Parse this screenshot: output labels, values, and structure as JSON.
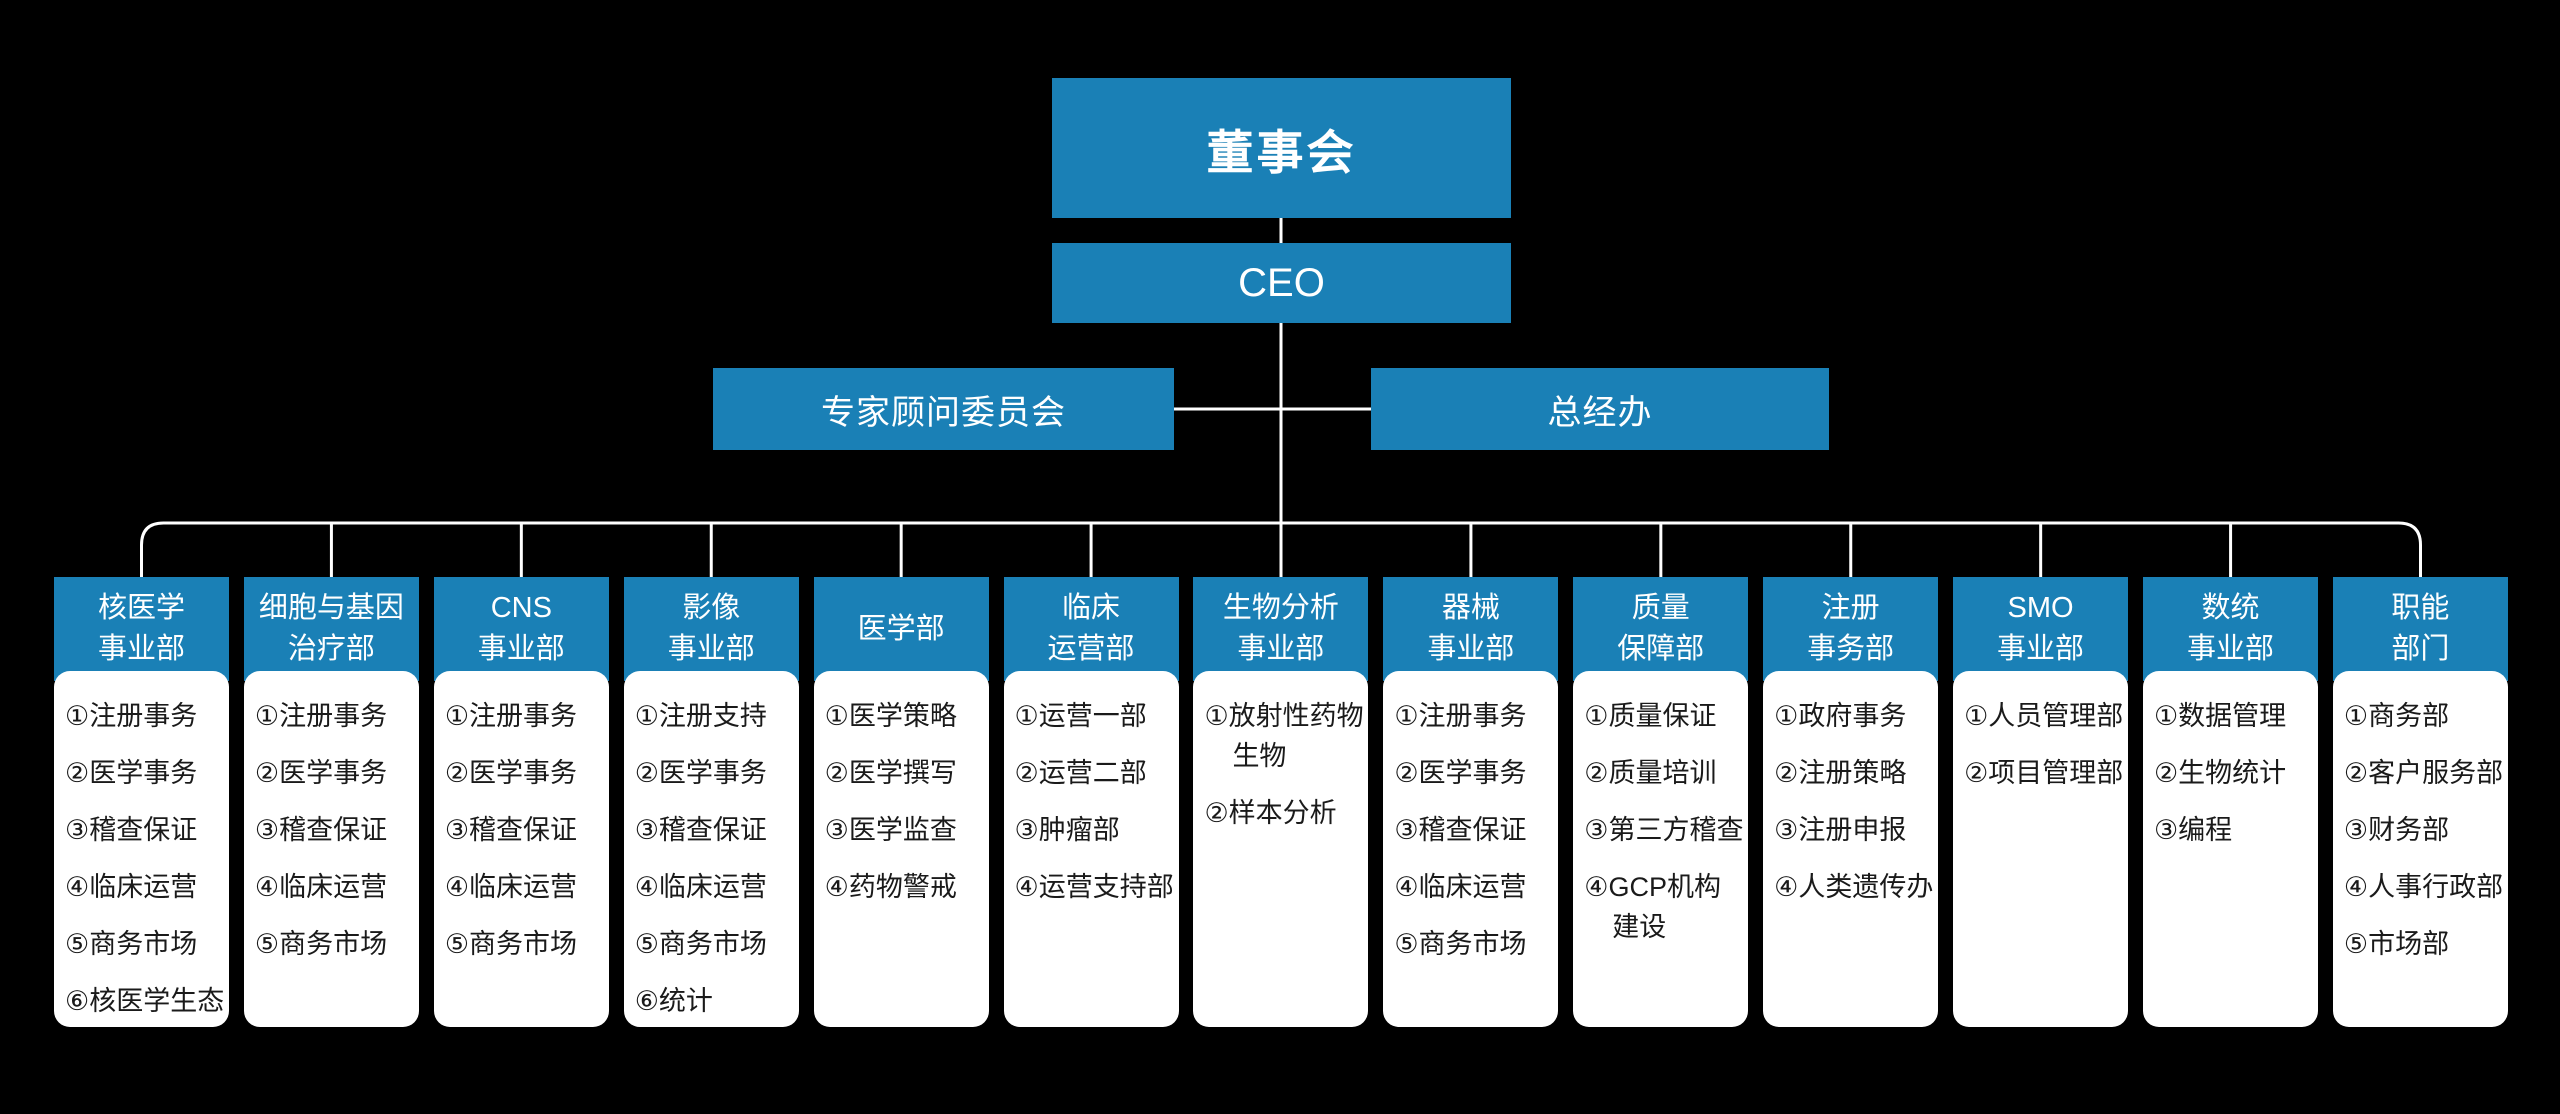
{
  "colors": {
    "background": "#000000",
    "accent": "#1a80b6",
    "line": "#ffffff",
    "card": "#ffffff",
    "item_text": "#1a1a1a"
  },
  "top": {
    "board": "董事会",
    "ceo": "CEO",
    "advisory": "专家顾问委员会",
    "gm_office": "总经办"
  },
  "departments": [
    {
      "header": [
        "核医学",
        "事业部"
      ],
      "items": [
        [
          "①注册事务"
        ],
        [
          "②医学事务"
        ],
        [
          "③稽查保证"
        ],
        [
          "④临床运营"
        ],
        [
          "⑤商务市场"
        ],
        [
          "⑥核医学生态"
        ]
      ]
    },
    {
      "header": [
        "细胞与基因",
        "治疗部"
      ],
      "items": [
        [
          "①注册事务"
        ],
        [
          "②医学事务"
        ],
        [
          "③稽查保证"
        ],
        [
          "④临床运营"
        ],
        [
          "⑤商务市场"
        ]
      ]
    },
    {
      "header": [
        "CNS",
        "事业部"
      ],
      "items": [
        [
          "①注册事务"
        ],
        [
          "②医学事务"
        ],
        [
          "③稽查保证"
        ],
        [
          "④临床运营"
        ],
        [
          "⑤商务市场"
        ]
      ]
    },
    {
      "header": [
        "影像",
        "事业部"
      ],
      "items": [
        [
          "①注册支持"
        ],
        [
          "②医学事务"
        ],
        [
          "③稽查保证"
        ],
        [
          "④临床运营"
        ],
        [
          "⑤商务市场"
        ],
        [
          "⑥统计"
        ]
      ]
    },
    {
      "header": [
        "医学部"
      ],
      "items": [
        [
          "①医学策略"
        ],
        [
          "②医学撰写"
        ],
        [
          "③医学监查"
        ],
        [
          "④药物警戒"
        ]
      ]
    },
    {
      "header": [
        "临床",
        "运营部"
      ],
      "items": [
        [
          "①运营一部"
        ],
        [
          "②运营二部"
        ],
        [
          "③肿瘤部"
        ],
        [
          "④运营支持部"
        ]
      ]
    },
    {
      "header": [
        "生物分析",
        "事业部"
      ],
      "items": [
        [
          "①放射性药物",
          "生物"
        ],
        [
          "②样本分析"
        ]
      ]
    },
    {
      "header": [
        "器械",
        "事业部"
      ],
      "items": [
        [
          "①注册事务"
        ],
        [
          "②医学事务"
        ],
        [
          "③稽查保证"
        ],
        [
          "④临床运营"
        ],
        [
          "⑤商务市场"
        ]
      ]
    },
    {
      "header": [
        "质量",
        "保障部"
      ],
      "items": [
        [
          "①质量保证"
        ],
        [
          "②质量培训"
        ],
        [
          "③第三方稽查"
        ],
        [
          "④GCP机构",
          "建设"
        ]
      ]
    },
    {
      "header": [
        "注册",
        "事务部"
      ],
      "items": [
        [
          "①政府事务"
        ],
        [
          "②注册策略"
        ],
        [
          "③注册申报"
        ],
        [
          "④人类遗传办"
        ]
      ]
    },
    {
      "header": [
        "SMO",
        "事业部"
      ],
      "items": [
        [
          "①人员管理部"
        ],
        [
          "②项目管理部"
        ]
      ]
    },
    {
      "header": [
        "数统",
        "事业部"
      ],
      "items": [
        [
          "①数据管理"
        ],
        [
          "②生物统计"
        ],
        [
          "③编程"
        ]
      ]
    },
    {
      "header": [
        "职能",
        "部门"
      ],
      "items": [
        [
          "①商务部"
        ],
        [
          "②客户服务部"
        ],
        [
          "③财务部"
        ],
        [
          "④人事行政部"
        ],
        [
          "⑤市场部"
        ]
      ]
    }
  ]
}
